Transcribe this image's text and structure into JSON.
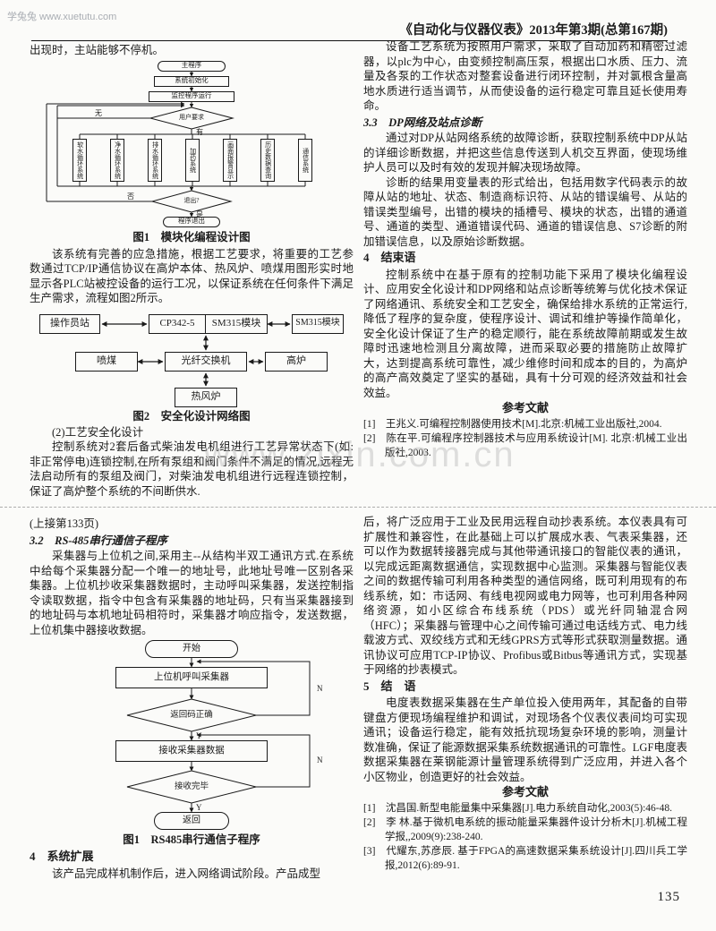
{
  "watermarks": {
    "top_left": "学兔兔 www.xuetutu.com",
    "center": "www.zixin.com.cn"
  },
  "header": {
    "journal_line": "《自动化与仪器仪表》2013年第3期(总第167期)"
  },
  "page_number": "135",
  "article1": {
    "left": {
      "opening_line": "出现时，主站能够不停机。",
      "fig_modular": {
        "start": "主程序",
        "init": "系统初始化",
        "monitor": "监控程序运行",
        "decision_user": "用户要求",
        "label_yes": "有",
        "label_no": "无",
        "modules": [
          "软水循环系统",
          "净水循环系统",
          "排水循环系统",
          "加药系统",
          "画面报警显示",
          "历史数据查询",
          "通信系统"
        ],
        "decision_exit": "退出?",
        "label_exit_yes": "是",
        "label_exit_no": "否",
        "end": "程序退出",
        "caption": "图1　模块化编程设计图"
      },
      "para_tcp": "该系统有完善的应急措施，根据工艺要求，将重要的工艺参数通过TCP/IP通信协议在高炉本体、热风炉、喷煤用图形实时地显示各PLC站被控设备的运行工况，以保证系统在任何条件下满足生产需求，流程如图2所示。",
      "fig_network": {
        "operator": "操作员站",
        "cp": "CP342-5",
        "sm1": "SM315模块",
        "sm2": "SM315模块",
        "coal": "喷煤",
        "fiber_switch": "光纤交换机",
        "furnace": "高炉",
        "hot_stove": "热风炉",
        "caption": "图2　安全化设计网络图"
      },
      "sub_heading": "(2)工艺安全化设计",
      "para_safety": "控制系统对2套后备式柴油发电机组进行工艺异常状态下(如:非正常停电)连锁控制,在所有泵组和阀门条件不满足的情况,远程无法启动所有的泵组及阀门，对柴油发电机组进行远程连锁控制，保证了高炉整个系统的不间断供水."
    },
    "right": {
      "para_device": "设备工艺系统为按照用户需求，采取了自动加药和精密过滤器，以plc为中心，由变频控制高压泵，根据出口水质、压力、流量及各泵的工作状态对整套设备进行闭环控制，并对氯根含量高地水质进行适当调节，从而使设备的运行稳定可靠且延长使用寿命。",
      "heading_33": "3.3　DP网络及站点诊断",
      "para_dp1": "通过对DP从站网络系统的故障诊断，获取控制系统中DP从站的详细诊断数据，并把这些信息传送到人机交互界面，使现场维护人员可以及时有效的发现并解决现场故障。",
      "para_dp2": "诊断的结果用变量表的形式给出，包括用数字代码表示的故障从站的地址、状态、制造商标识符、从站的错误编号、从站的错误类型编号，出错的模块的插槽号、模块的状态，出错的通道号、通道的类型、通道错误代码、通道的错误信息、S7诊断的附加错误信息，以及原始诊断数据。",
      "heading_4": "4　结束语",
      "para_conclusion": "控制系统中在基于原有的控制功能下采用了模块化编程设计、应用安全化设计和DP网络和站点诊断等统筹与优化技术保证了网络通讯、系统安全和工艺安全，确保给排水系统的正常运行,降低了程序的复杂度，使程序设计、调试和维护等操作简单化，安全化设计保证了生产的稳定顺行，能在系统故障前期或发生故障时迅速地检测且分离故障，进而采取必要的措施防止故障扩大，达到提高系统可靠性，减少维修时间和成本的目的，为高炉的高产高效奠定了坚实的基础，具有十分可观的经济效益和社会效益。",
      "refs_title": "参考文献",
      "refs": [
        "[1]　王兆义.可编程控制器使用技术[M].北京:机械工业出版社,2004.",
        "[2]　陈在平.可编程序控制器技术与应用系统设计[M]. 北京:机械工业出版社,2003."
      ]
    }
  },
  "article2": {
    "left": {
      "continued_note": "(上接第133页)",
      "heading_32": "3.2　RS-485串行通信子程序",
      "para_collector": "采集器与上位机之间,采用主--从结构半双工通讯方式.在系统中给每个采集器分配一个唯一的地址号，此地址号唯一区别各采集器。上位机抄收采集器数据时，主动呼叫采集器，发送控制指令读取数据，指令中包含有采集器的地址码，只有当采集器接到的地址码与本机地址码相符时，采集器才响应指令，发送数据，上位机集中器接收数据。",
      "fig_rs485": {
        "start": "开始",
        "call": "上位机呼叫采集器",
        "check_code": "返回码正确",
        "receive": "接收采集器数据",
        "check_done": "接收完毕",
        "end": "返回",
        "label_y": "Y",
        "label_n": "N",
        "caption": "图1　RS485串行通信子程序"
      },
      "heading_4": "4　系统扩展",
      "para_expand": "该产品完成样机制作后，进入网络调试阶段。产品成型"
    },
    "right": {
      "para_apply": "后，将广泛应用于工业及民用远程自动抄表系统。本仪表具有可扩展性和兼容性，在此基础上可以扩展成水表、气表采集器，还可以作为数据转接器完成与其他带通讯接口的智能仪表的通讯，以完成远距离数据通信，实现数据中心监测。采集器与智能仪表之间的数据传输可利用各种类型的通信网络，既可利用现有的布线系统，如：市话网、有线电视网或电力网等，也可利用各种网络资源，如小区综合布线系统（PDS）或光纤同轴混合网（HFC）；采集器与管理中心之间传输可通过电话线方式、电力线载波方式、双绞线方式和无线GPRS方式等形式获取测量数据。通讯协议可应用TCP-IP协议、Profibus或Bitbus等通讯方式，实现基于网络的抄表模式。",
      "heading_5": "5　结　语",
      "para_summary": "电度表数据采集器在生产单位投入使用两年，其配备的自带键盘方便现场编程维护和调试，对现场各个仪表仪表间均可实现通讯；设备运行稳定，能有效抵抗现场复杂环境的影响，测量计数准确，保证了能源数据采集系统数据通讯的可靠性。LGF电度表数据采集器在莱钢能源计量管理系统得到广泛应用，并进入各个小区物业，创造更好的社会效益。",
      "refs_title": "参考文献",
      "refs": [
        "[1]　沈昌国.新型电能量集中采集器[J].电力系统自动化,2003(5):46-48.",
        "[2]　李 林.基于微机电系统的振动能量采集器件设计分析木[J].机械工程学报,,2009(9):238-240.",
        "[3]　代耀东,苏彦辰. 基于FPGA的高速数据采集系统设计[J].四川兵工学报,2012(6):89-91."
      ]
    }
  }
}
